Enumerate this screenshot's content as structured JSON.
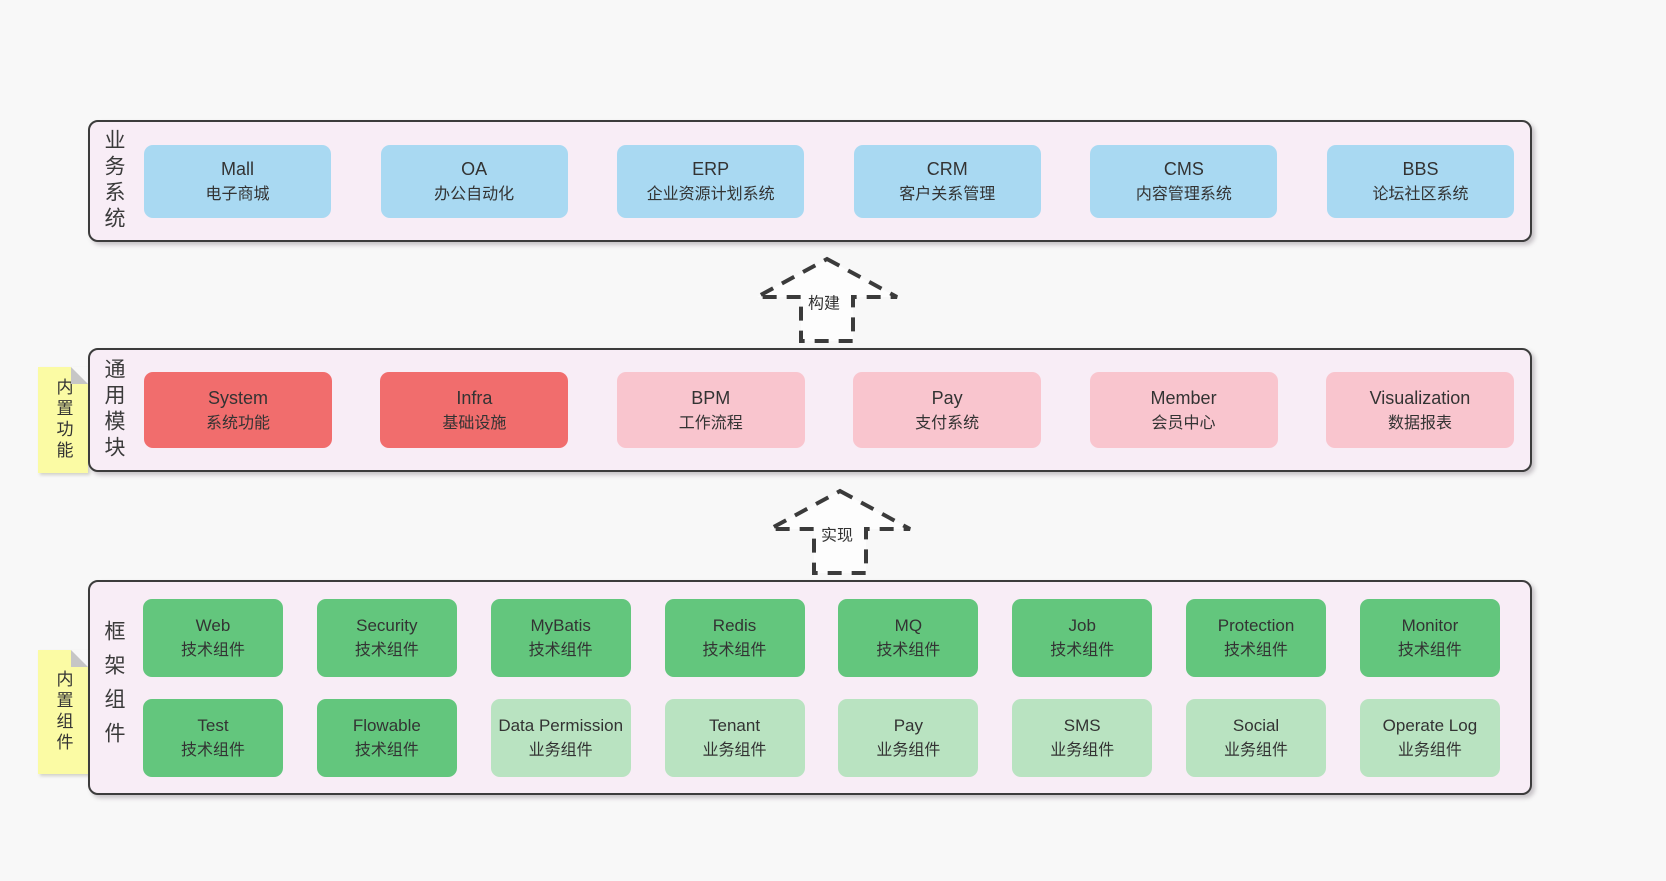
{
  "palette": {
    "page_bg": "#f8f8f8",
    "panel_bg": "#f8edf6",
    "panel_border": "#3c3c3c",
    "blue_box": "#a9d9f2",
    "red_box": "#f16d6d",
    "pink_box": "#f9c5ce",
    "green_box": "#63c67d",
    "light_green_box": "#b9e3c1",
    "sticky_yellow": "#fbfba4",
    "text": "#3a3a3a"
  },
  "arrows": {
    "build": "构建",
    "implement": "实现"
  },
  "stickies": {
    "builtin_features": "内置功能",
    "builtin_components": "内置组件"
  },
  "panels": {
    "business": {
      "label": "业务系统",
      "items": [
        {
          "name": "Mall",
          "subtitle": "电子商城"
        },
        {
          "name": "OA",
          "subtitle": "办公自动化"
        },
        {
          "name": "ERP",
          "subtitle": "企业资源计划系统"
        },
        {
          "name": "CRM",
          "subtitle": "客户关系管理"
        },
        {
          "name": "CMS",
          "subtitle": "内容管理系统"
        },
        {
          "name": "BBS",
          "subtitle": "论坛社区系统"
        }
      ]
    },
    "modules": {
      "label": "通用模块",
      "items": [
        {
          "name": "System",
          "subtitle": "系统功能"
        },
        {
          "name": "Infra",
          "subtitle": "基础设施"
        },
        {
          "name": "BPM",
          "subtitle": "工作流程"
        },
        {
          "name": "Pay",
          "subtitle": "支付系统"
        },
        {
          "name": "Member",
          "subtitle": "会员中心"
        },
        {
          "name": "Visualization",
          "subtitle": "数据报表"
        }
      ]
    },
    "framework": {
      "label": "框架组件",
      "row1": [
        {
          "name": "Web",
          "subtitle": "技术组件"
        },
        {
          "name": "Security",
          "subtitle": "技术组件"
        },
        {
          "name": "MyBatis",
          "subtitle": "技术组件"
        },
        {
          "name": "Redis",
          "subtitle": "技术组件"
        },
        {
          "name": "MQ",
          "subtitle": "技术组件"
        },
        {
          "name": "Job",
          "subtitle": "技术组件"
        },
        {
          "name": "Protection",
          "subtitle": "技术组件"
        },
        {
          "name": "Monitor",
          "subtitle": "技术组件"
        }
      ],
      "row2": [
        {
          "name": "Test",
          "subtitle": "技术组件"
        },
        {
          "name": "Flowable",
          "subtitle": "技术组件"
        },
        {
          "name": "Data Permission",
          "subtitle": "业务组件"
        },
        {
          "name": "Tenant",
          "subtitle": "业务组件"
        },
        {
          "name": "Pay",
          "subtitle": "业务组件"
        },
        {
          "name": "SMS",
          "subtitle": "业务组件"
        },
        {
          "name": "Social",
          "subtitle": "业务组件"
        },
        {
          "name": "Operate Log",
          "subtitle": "业务组件"
        }
      ]
    }
  }
}
